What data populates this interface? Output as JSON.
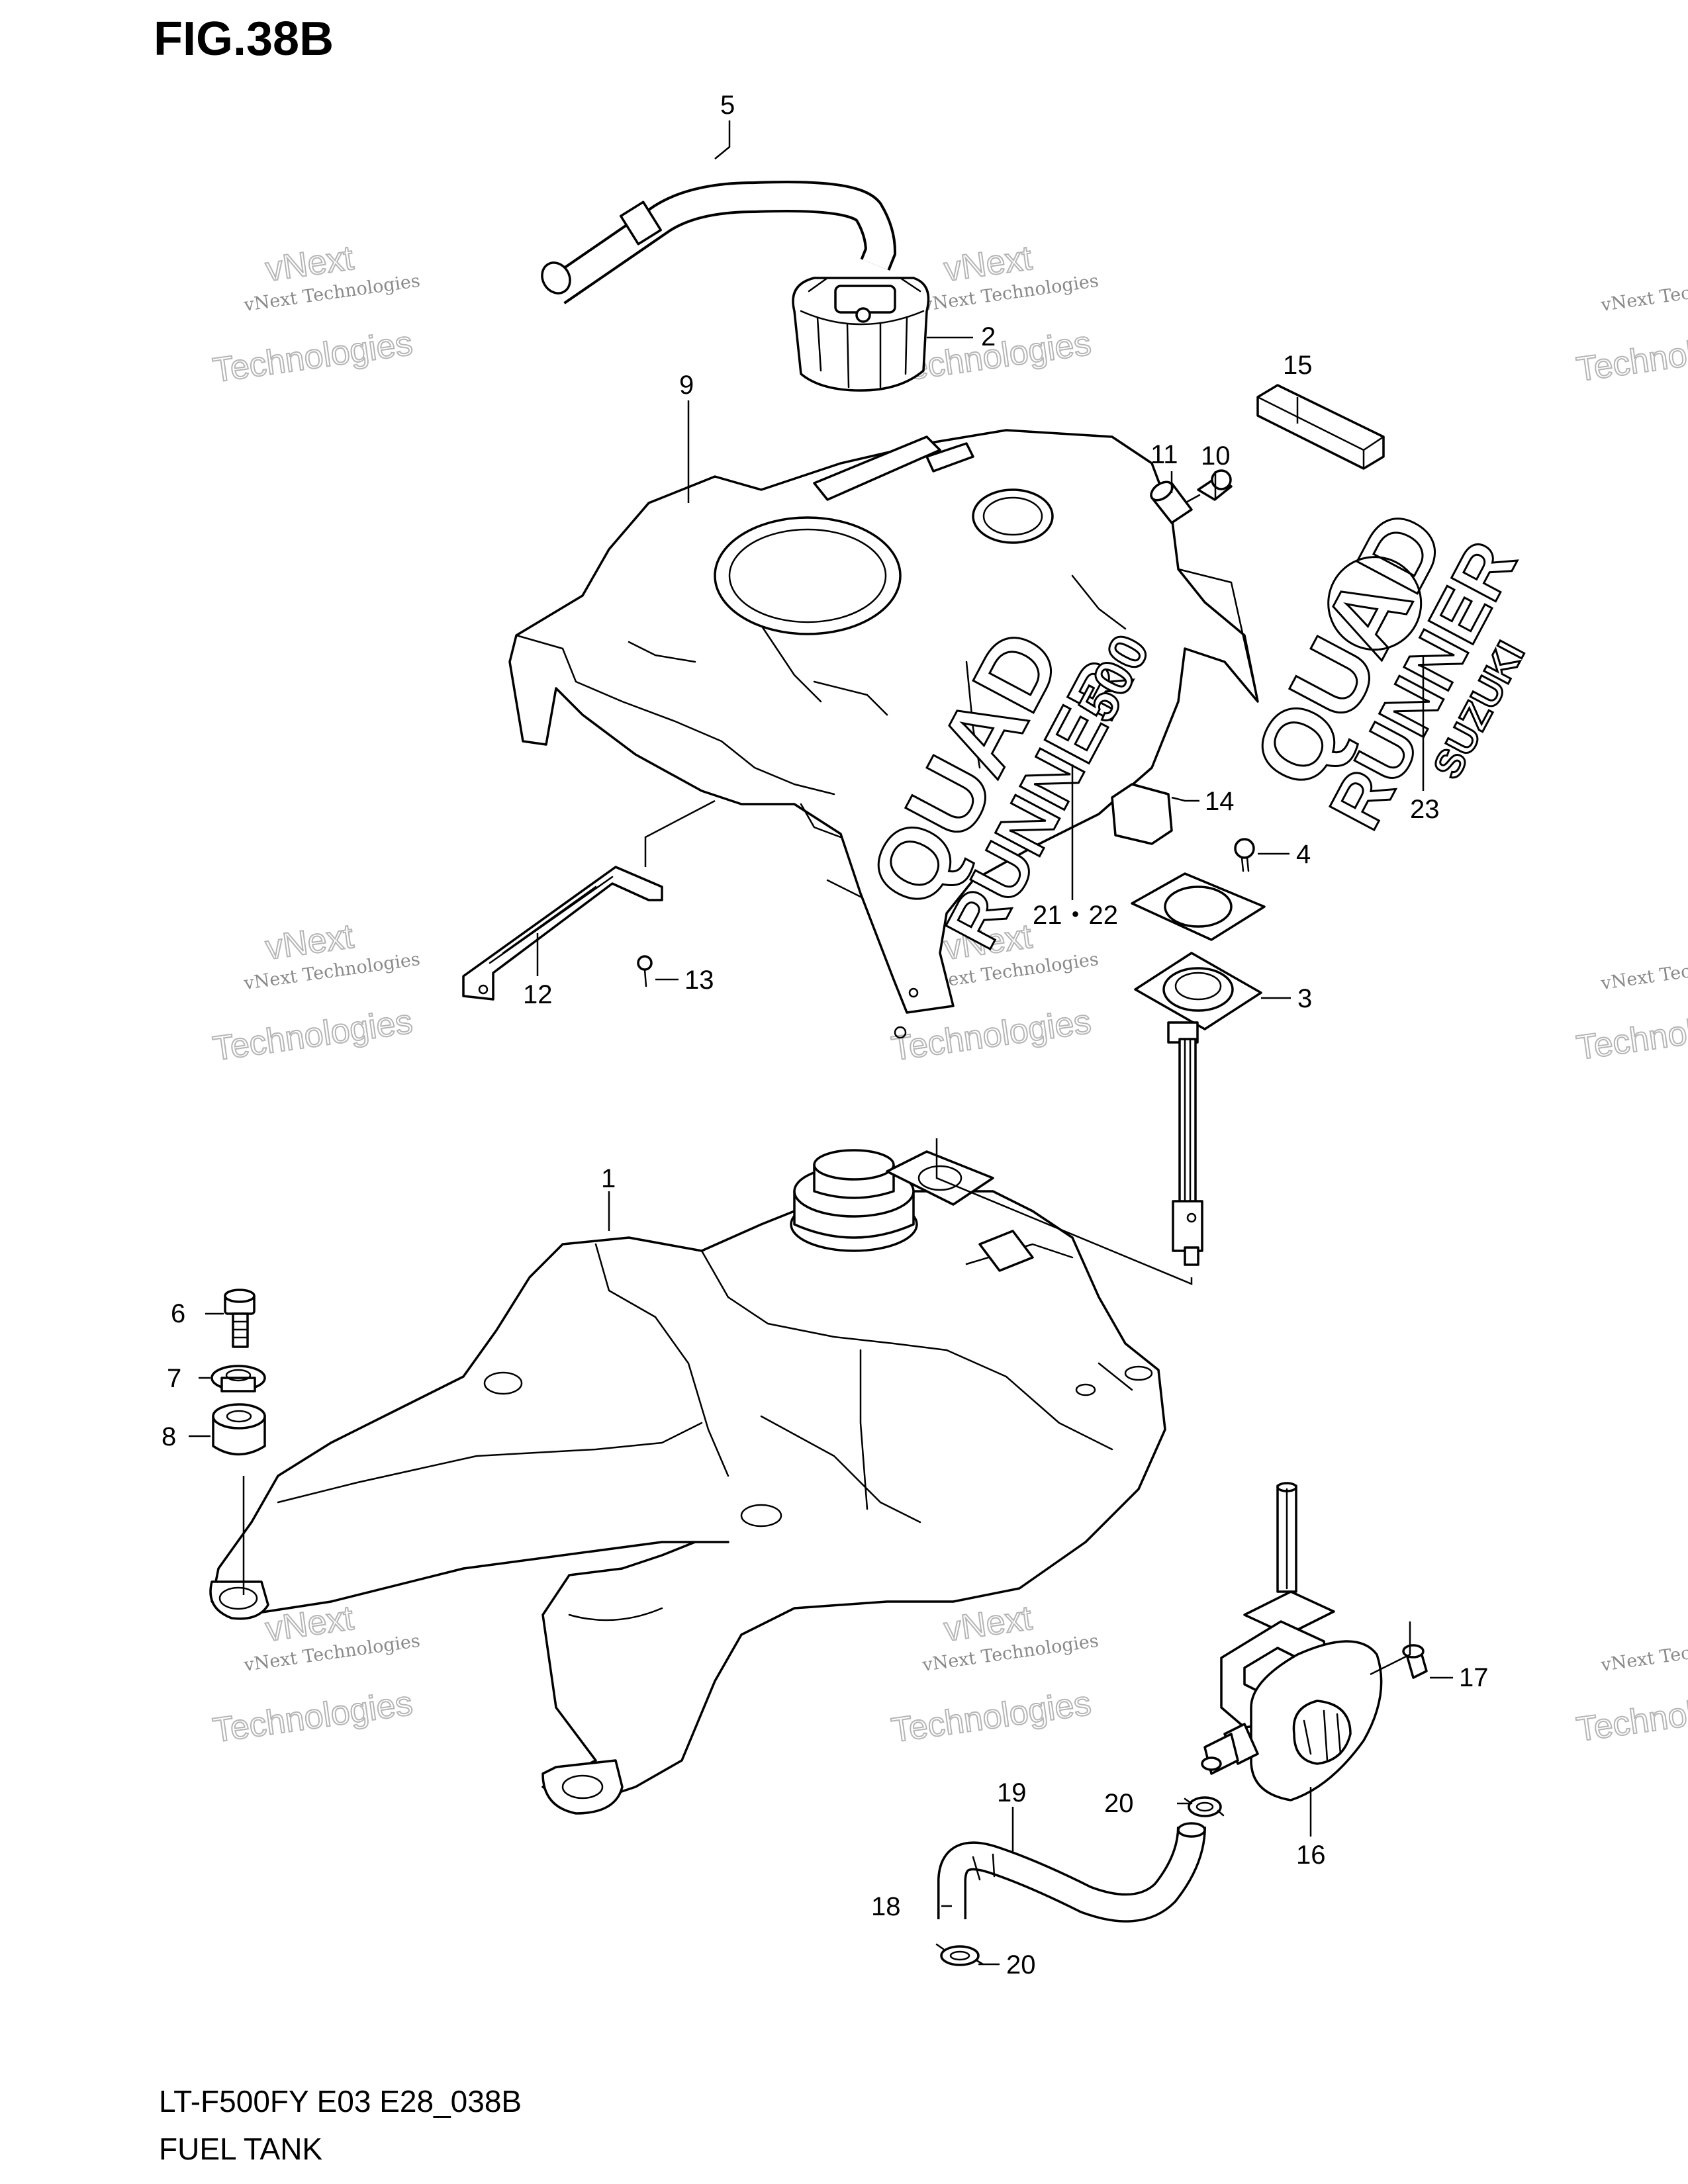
{
  "figure": {
    "title": "FIG.38B",
    "model_code": "LT-F500FY E03 E28_038B",
    "name": "FUEL TANK"
  },
  "watermark": {
    "line1": "vNext Technologies",
    "line2": "vNext",
    "line3": "Technologies"
  },
  "decals": {
    "quad": "QUAD",
    "runner": "RUNNER",
    "model_500": "500",
    "suzuki": "SUZUKI"
  },
  "callouts": [
    {
      "id": "1",
      "label": "1"
    },
    {
      "id": "2",
      "label": "2"
    },
    {
      "id": "3",
      "label": "3"
    },
    {
      "id": "4",
      "label": "4"
    },
    {
      "id": "5",
      "label": "5"
    },
    {
      "id": "6",
      "label": "6"
    },
    {
      "id": "7",
      "label": "7"
    },
    {
      "id": "8",
      "label": "8"
    },
    {
      "id": "9",
      "label": "9"
    },
    {
      "id": "10",
      "label": "10"
    },
    {
      "id": "11",
      "label": "11"
    },
    {
      "id": "12",
      "label": "12"
    },
    {
      "id": "13",
      "label": "13"
    },
    {
      "id": "14",
      "label": "14"
    },
    {
      "id": "15",
      "label": "15"
    },
    {
      "id": "16",
      "label": "16"
    },
    {
      "id": "17",
      "label": "17"
    },
    {
      "id": "18",
      "label": "18"
    },
    {
      "id": "19",
      "label": "19"
    },
    {
      "id": "20a",
      "label": "20"
    },
    {
      "id": "20b",
      "label": "20"
    },
    {
      "id": "2122",
      "label": "21・22"
    },
    {
      "id": "23",
      "label": "23"
    }
  ]
}
